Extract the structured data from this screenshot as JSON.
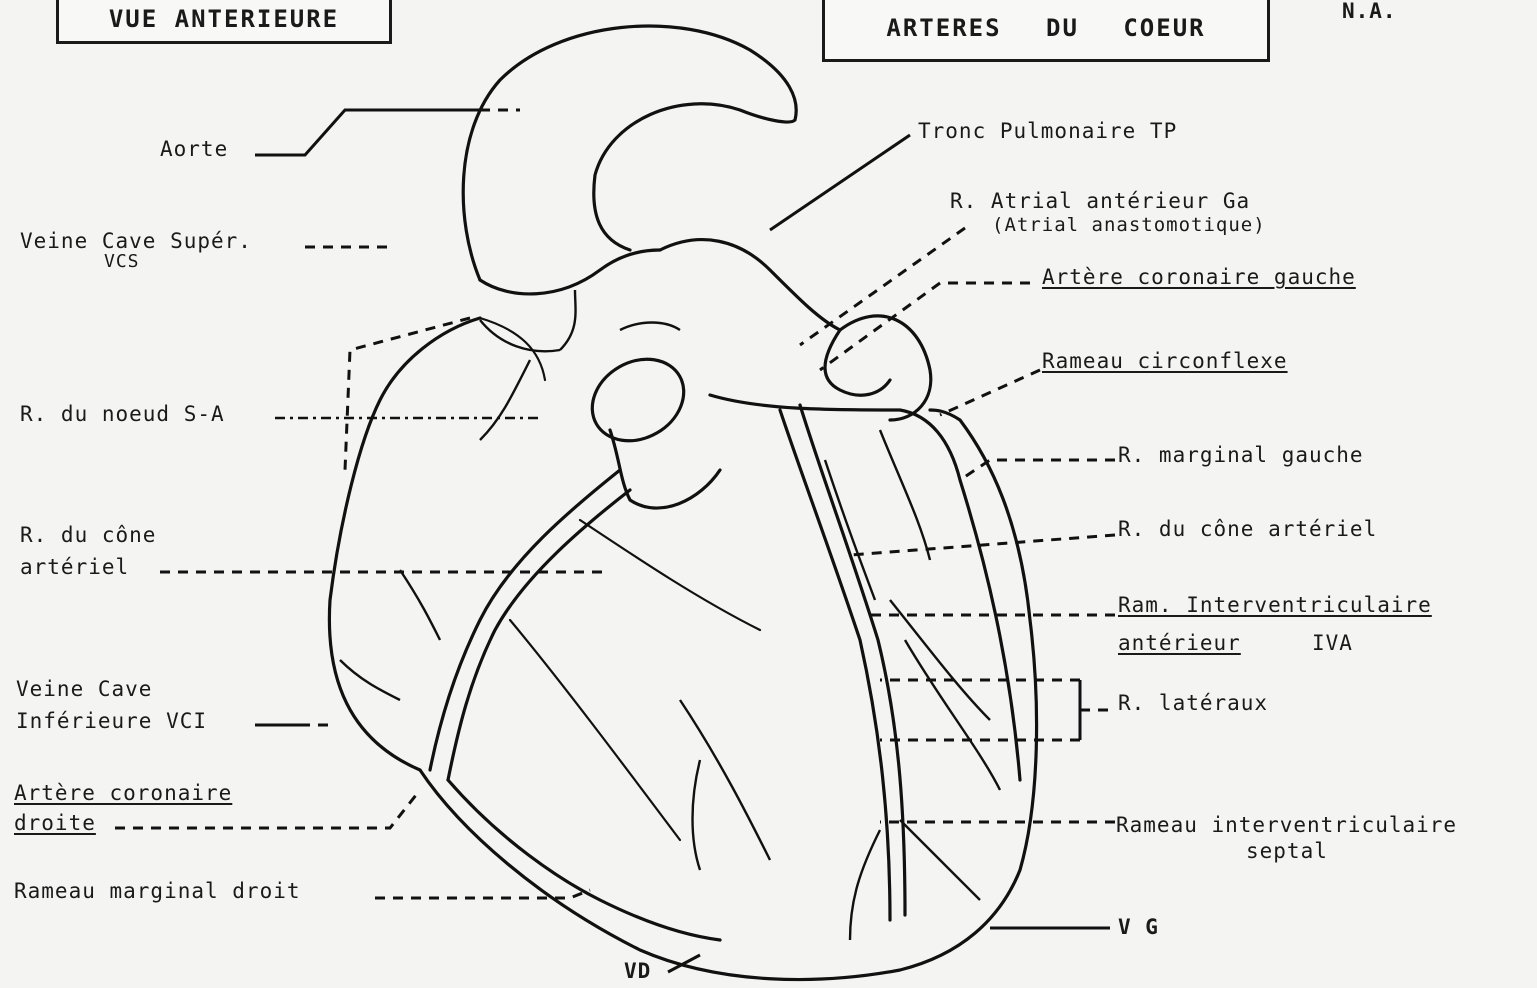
{
  "header": {
    "view_title": "VUE ANTERIEURE",
    "main_title": "ARTERES DU COEUR",
    "initials": "N.A."
  },
  "labels_left": {
    "aorte": "Aorte",
    "vcs_1": "Veine Cave Supér.",
    "vcs_2": "VCS",
    "noeud_sa": "R. du noeud S-A",
    "cone_1": "R. du cône",
    "cone_2": "artériel",
    "vci_1": "Veine Cave",
    "vci_2": "Inférieure VCI",
    "acd_1": "Artère coronaire",
    "acd_2": "droite",
    "marginal_droit": "Rameau marginal droit"
  },
  "labels_right": {
    "tronc_pulm": "Tronc Pulmonaire TP",
    "atrial_1": "R. Atrial antérieur Ga",
    "atrial_2": "(Atrial anastomotique)",
    "acg": "Artère coronaire gauche",
    "circonflexe": "Rameau circonflexe",
    "marginal_gauche": "R. marginal gauche",
    "cone_art": "R. du cône artériel",
    "iva_1": "Ram. Interventriculaire",
    "iva_2": "antérieur",
    "iva_abbr": "IVA",
    "lateraux": "R. latéraux",
    "septal_1": "Rameau interventriculaire",
    "septal_2": "septal",
    "vg": "V G"
  },
  "labels_bottom": {
    "vd": "VD"
  }
}
